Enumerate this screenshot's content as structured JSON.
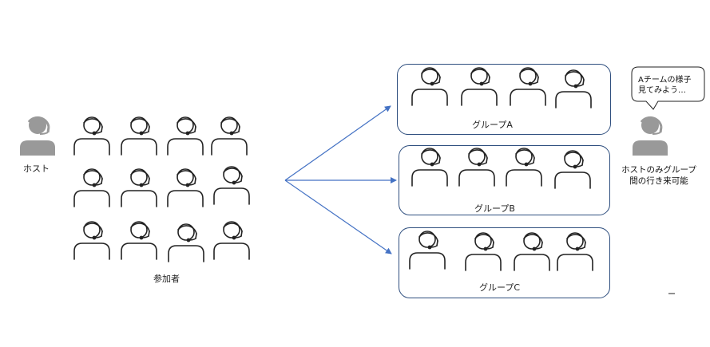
{
  "host_label": "ホスト",
  "participants_label": "参加者",
  "groups": [
    {
      "label": "グループA"
    },
    {
      "label": "グループB"
    },
    {
      "label": "グループC"
    }
  ],
  "bubble": {
    "line1": "Aチームの様子",
    "line2": "見てみよう…"
  },
  "host_note": {
    "line1": "ホストのみグループ",
    "line2": "間の行き来可能"
  },
  "colors": {
    "arrow": "#4472C4",
    "box": "#2F4F7F",
    "host_fill": "#999999",
    "outline": "#222222"
  },
  "icons": {
    "participant": "headset-person-icon",
    "host": "host-headset-icon"
  }
}
